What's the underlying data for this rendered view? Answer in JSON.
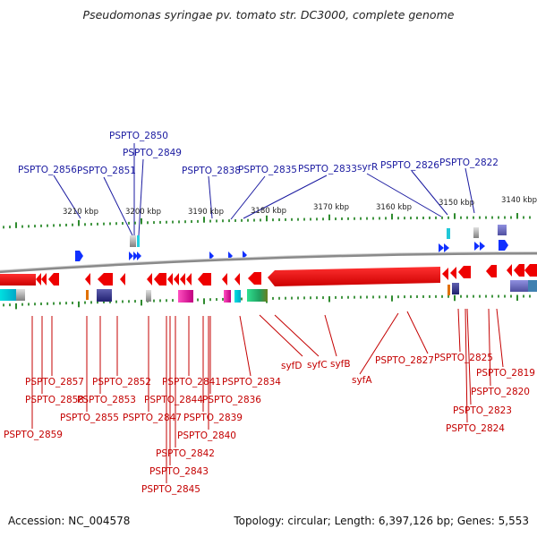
{
  "title": "Pseudomonas syringae pv. tomato str. DC3000, complete genome",
  "footer": {
    "accession": "Accession: NC_004578",
    "stats": "Topology: circular; Length: 6,397,126 bp; Genes: 5,553"
  },
  "colors": {
    "top_label": "#1a1aa0",
    "bottom_label": "#c40000",
    "forward_gene": "#1030ff",
    "reverse_gene": "#ee0000",
    "backbone": "#8a8a8a",
    "tick": "#2e8b2e"
  },
  "scale_labels": [
    {
      "text": "3210 kbp"
    },
    {
      "text": "3200 kbp"
    },
    {
      "text": "3190 kbp"
    },
    {
      "text": "3180 kbp"
    },
    {
      "text": "3170 kbp"
    },
    {
      "text": "3160 kbp"
    },
    {
      "text": "3150 kbp"
    },
    {
      "text": "3140 kbp"
    }
  ],
  "top_labels": [
    {
      "text": "PSPTO_2850"
    },
    {
      "text": "PSPTO_2849"
    },
    {
      "text": "PSPTO_2856"
    },
    {
      "text": "PSPTO_2851"
    },
    {
      "text": "PSPTO_2838"
    },
    {
      "text": "PSPTO_2835"
    },
    {
      "text": "PSPTO_2833"
    },
    {
      "text": "syrR"
    },
    {
      "text": "PSPTO_2826"
    },
    {
      "text": "PSPTO_2822"
    }
  ],
  "bottom_labels": [
    {
      "text": "PSPTO_2857"
    },
    {
      "text": "PSPTO_2858"
    },
    {
      "text": "PSPTO_2859"
    },
    {
      "text": "PSPTO_2852"
    },
    {
      "text": "PSPTO_2853"
    },
    {
      "text": "PSPTO_2855"
    },
    {
      "text": "PSPTO_2847"
    },
    {
      "text": "PSPTO_2844"
    },
    {
      "text": "PSPTO_2841"
    },
    {
      "text": "PSPTO_2842"
    },
    {
      "text": "PSPTO_2843"
    },
    {
      "text": "PSPTO_2845"
    },
    {
      "text": "PSPTO_2836"
    },
    {
      "text": "PSPTO_2839"
    },
    {
      "text": "PSPTO_2840"
    },
    {
      "text": "PSPTO_2834"
    },
    {
      "text": "syfD"
    },
    {
      "text": "syfC"
    },
    {
      "text": "syfB"
    },
    {
      "text": "syfA"
    },
    {
      "text": "PSPTO_2827"
    },
    {
      "text": "PSPTO_2825"
    },
    {
      "text": "PSPTO_2819"
    },
    {
      "text": "PSPTO_2820"
    },
    {
      "text": "PSPTO_2823"
    },
    {
      "text": "PSPTO_2824"
    }
  ]
}
